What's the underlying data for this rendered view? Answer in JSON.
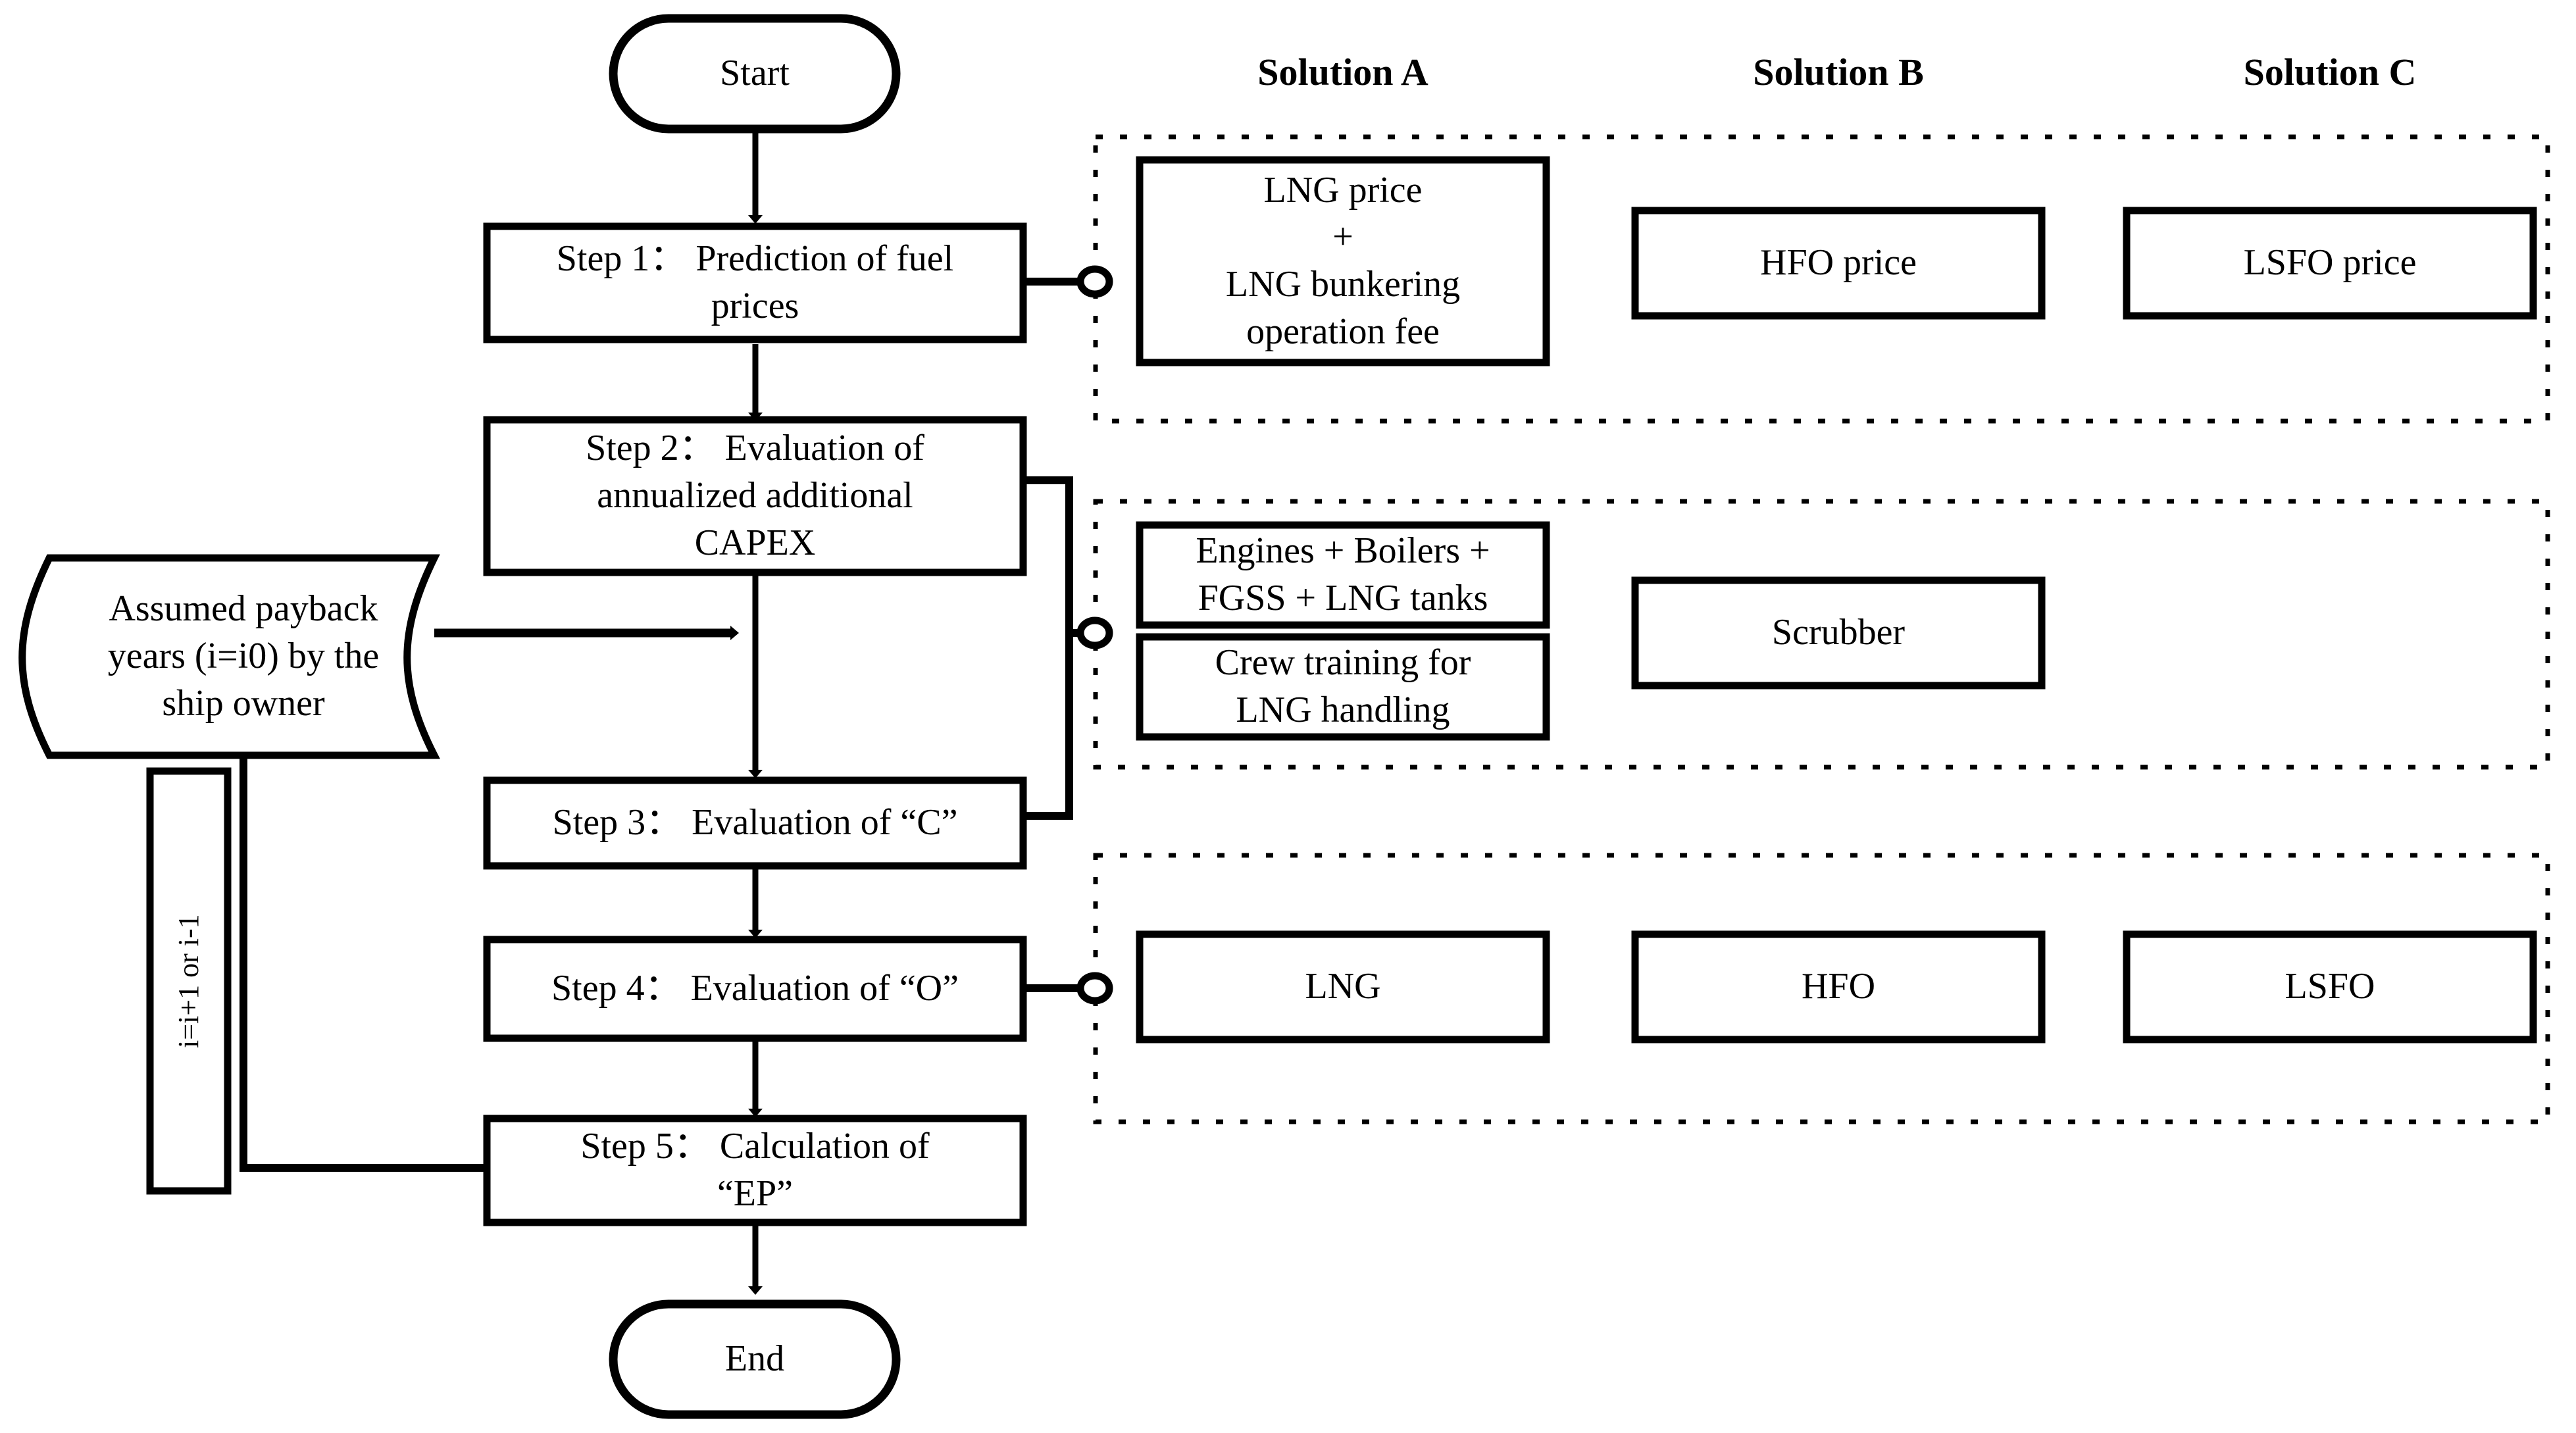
{
  "headers": [
    {
      "id": "solution-a",
      "label": "Solution A"
    },
    {
      "id": "solution-b",
      "label": "Solution B"
    },
    {
      "id": "solution-c",
      "label": "Solution C"
    }
  ],
  "flow": {
    "start": {
      "label": "Start"
    },
    "end": {
      "label": "End"
    },
    "steps": [
      {
        "id": "step-1",
        "label": "Step 1：  Prediction of fuel\nprices"
      },
      {
        "id": "step-2",
        "label": "Step 2：  Evaluation of\nannualized additional\nCAPEX"
      },
      {
        "id": "step-3",
        "label": "Step 3：  Evaluation of  “C”"
      },
      {
        "id": "step-4",
        "label": "Step 4：  Evaluation of  “O”"
      },
      {
        "id": "step-5",
        "label": "Step 5：  Calculation of\n“EP”"
      }
    ],
    "input_node": {
      "id": "assumed-payback",
      "label": "Assumed payback\nyears (i=i0) by the\nship owner"
    },
    "loop_label": {
      "id": "iteration-counter",
      "label": "i=i+1 or i-1"
    }
  },
  "panels": [
    {
      "id": "panel-fuel-prices",
      "linked_step": "step-1",
      "cells": [
        {
          "column": "solution-a",
          "boxes": [
            {
              "id": "lng-price",
              "label": "LNG price\n+\nLNG bunkering\noperation fee"
            }
          ]
        },
        {
          "column": "solution-b",
          "boxes": [
            {
              "id": "hfo-price",
              "label": "HFO price"
            }
          ]
        },
        {
          "column": "solution-c",
          "boxes": [
            {
              "id": "lsfo-price",
              "label": "LSFO price"
            }
          ]
        }
      ]
    },
    {
      "id": "panel-capex",
      "linked_step": "step-2-step-3",
      "cells": [
        {
          "column": "solution-a",
          "boxes": [
            {
              "id": "engines-boilers-fgss-tanks",
              "label": "Engines + Boilers +\nFGSS + LNG tanks"
            },
            {
              "id": "crew-training",
              "label": "Crew training for\nLNG handling"
            }
          ]
        },
        {
          "column": "solution-b",
          "boxes": [
            {
              "id": "scrubber",
              "label": "Scrubber"
            }
          ]
        },
        {
          "column": "solution-c",
          "boxes": []
        }
      ]
    },
    {
      "id": "panel-opex-fuels",
      "linked_step": "step-4",
      "cells": [
        {
          "column": "solution-a",
          "boxes": [
            {
              "id": "lng",
              "label": "LNG"
            }
          ]
        },
        {
          "column": "solution-b",
          "boxes": [
            {
              "id": "hfo",
              "label": "HFO"
            }
          ]
        },
        {
          "column": "solution-c",
          "boxes": [
            {
              "id": "lsfo",
              "label": "LSFO"
            }
          ]
        }
      ]
    }
  ],
  "colors": {
    "stroke": "#000000",
    "fill": "#ffffff",
    "background": "#ffffff"
  }
}
